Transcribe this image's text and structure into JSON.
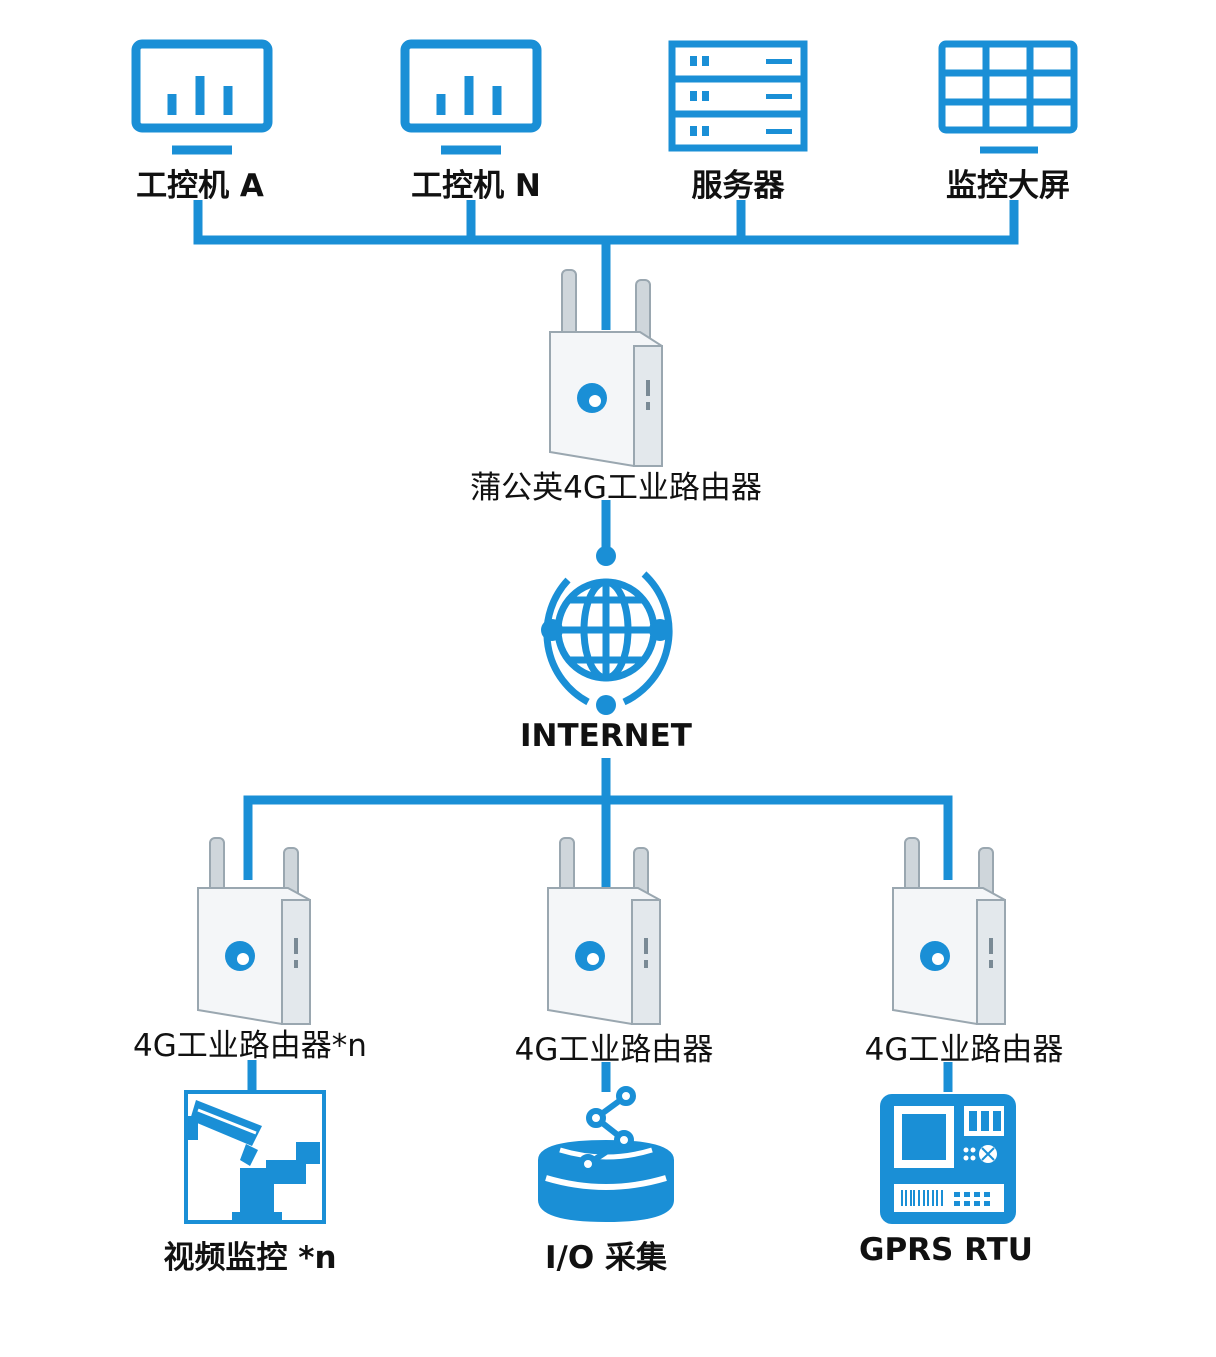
{
  "colors": {
    "accent": "#1a8fd6",
    "device_outline": "#9aa7b0",
    "device_body": "#f4f6f8",
    "text": "#111111"
  },
  "top_nodes": [
    {
      "label": "工控机 A",
      "icon": "monitor-chart-icon"
    },
    {
      "label": "工控机 N",
      "icon": "monitor-chart-icon"
    },
    {
      "label": "服务器",
      "icon": "server-rack-icon"
    },
    {
      "label": "监控大屏",
      "icon": "video-wall-icon"
    }
  ],
  "central_router": {
    "label": "蒲公英4G工业路由器",
    "icon": "router-device-icon"
  },
  "internet": {
    "label": "INTERNET",
    "icon": "globe-icon"
  },
  "edge_routers": [
    {
      "label": "4G工业路由器*n",
      "icon": "router-device-icon"
    },
    {
      "label": "4G工业路由器",
      "icon": "router-device-icon"
    },
    {
      "label": "4G工业路由器",
      "icon": "router-device-icon"
    }
  ],
  "end_devices": [
    {
      "label": "视频监控 *n",
      "icon": "cctv-camera-icon"
    },
    {
      "label": "I/O 采集",
      "icon": "io-database-icon"
    },
    {
      "label": "GPRS RTU",
      "icon": "rtu-terminal-icon"
    }
  ]
}
